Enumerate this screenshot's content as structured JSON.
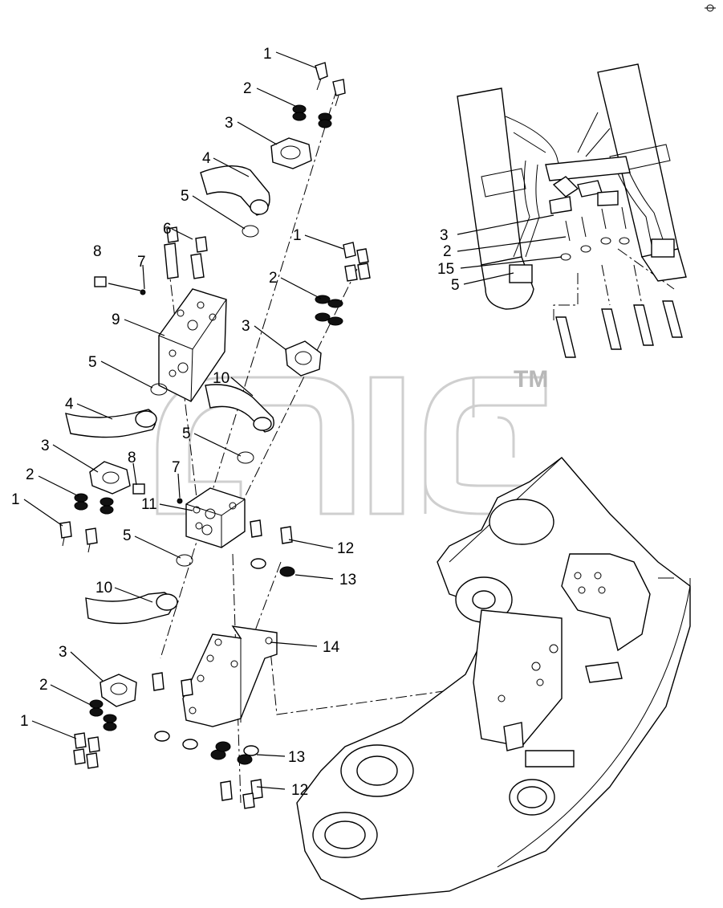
{
  "watermark": {
    "trademark": "TM"
  },
  "callouts": [
    {
      "label": "1"
    },
    {
      "label": "2"
    },
    {
      "label": "3"
    },
    {
      "label": "4"
    },
    {
      "label": "5"
    },
    {
      "label": "6"
    },
    {
      "label": "8"
    },
    {
      "label": "7"
    },
    {
      "label": "9"
    },
    {
      "label": "1"
    },
    {
      "label": "2"
    },
    {
      "label": "3"
    },
    {
      "label": "5"
    },
    {
      "label": "10"
    },
    {
      "label": "4"
    },
    {
      "label": "5"
    },
    {
      "label": "3"
    },
    {
      "label": "8"
    },
    {
      "label": "7"
    },
    {
      "label": "2"
    },
    {
      "label": "11"
    },
    {
      "label": "1"
    },
    {
      "label": "5"
    },
    {
      "label": "12"
    },
    {
      "label": "13"
    },
    {
      "label": "10"
    },
    {
      "label": "14"
    },
    {
      "label": "3"
    },
    {
      "label": "2"
    },
    {
      "label": "1"
    },
    {
      "label": "13"
    },
    {
      "label": "12"
    },
    {
      "label": "3"
    },
    {
      "label": "2"
    },
    {
      "label": "15"
    },
    {
      "label": "5"
    }
  ]
}
